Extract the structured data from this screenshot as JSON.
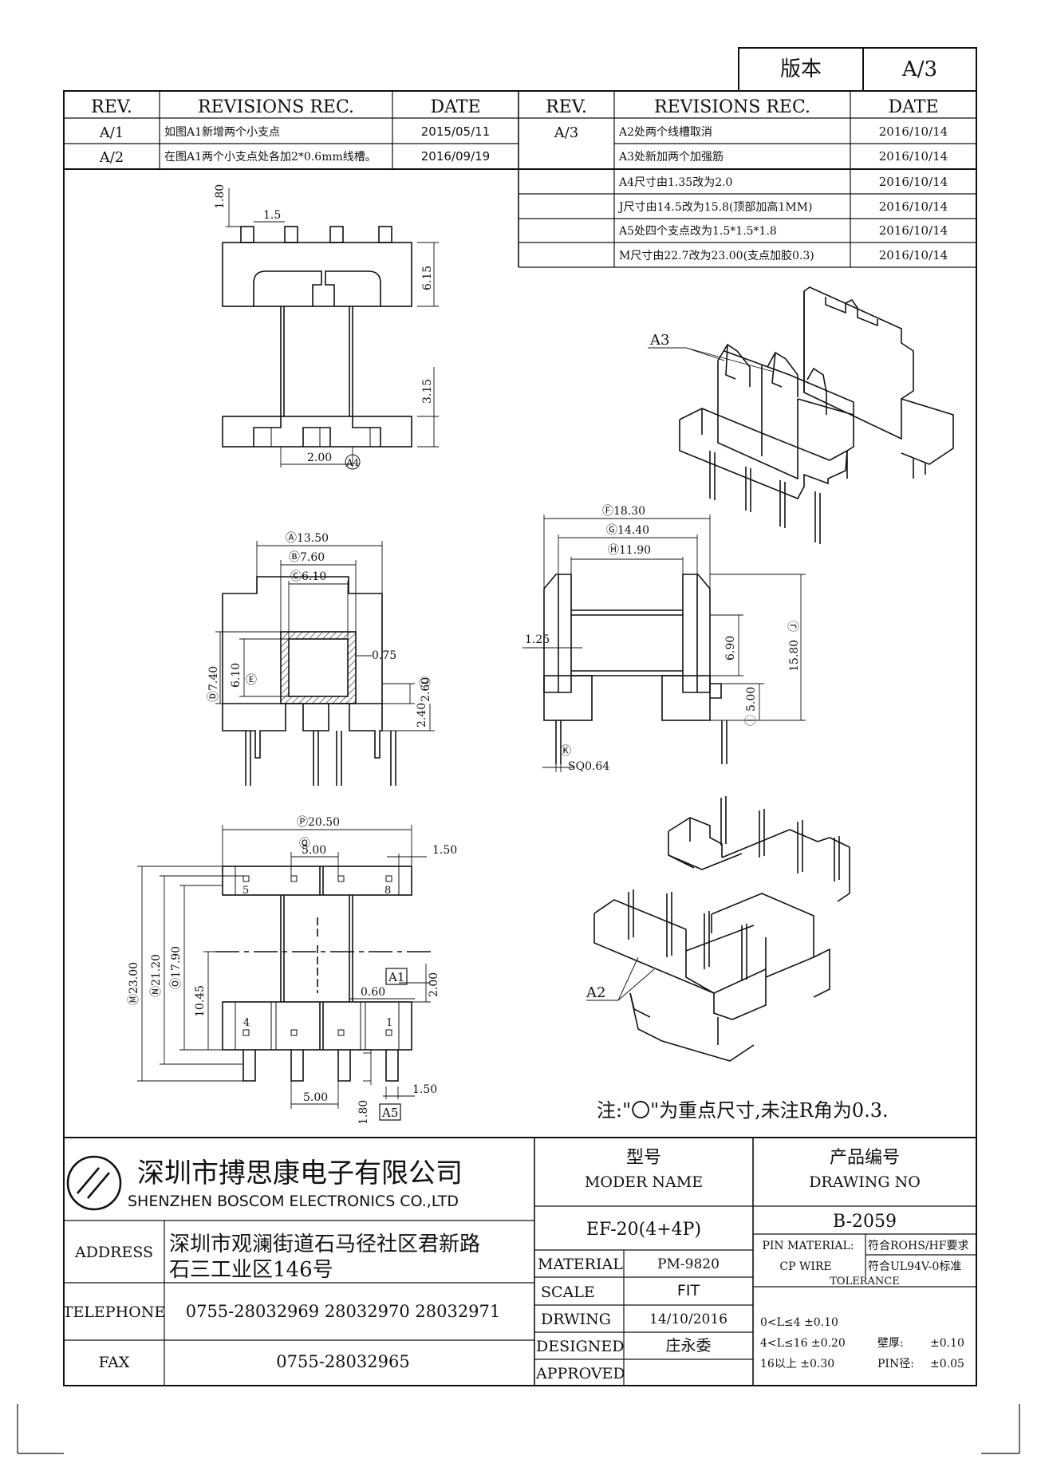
{
  "version": {
    "label": "版本",
    "value": "A/3"
  },
  "revisions": {
    "headers": {
      "rev": "REV.",
      "rec": "REVISIONS REC.",
      "date": "DATE"
    },
    "left": [
      {
        "rev": "A/1",
        "rec": "如图A1新增两个小支点",
        "date": "2015/05/11"
      },
      {
        "rev": "A/2",
        "rec": "在图A1两个小支点处各加2*0.6mm线槽。",
        "date": "2016/09/19"
      }
    ],
    "right_rev": "A/3",
    "right": [
      {
        "rec": "A2处两个线槽取消",
        "date": "2016/10/14"
      },
      {
        "rec": "A3处新加两个加强筋",
        "date": "2016/10/14"
      },
      {
        "rec": "A4尺寸由1.35改为2.0",
        "date": "2016/10/14"
      },
      {
        "rec": "J尺寸由14.5改为15.8(顶部加高1MM)",
        "date": "2016/10/14"
      },
      {
        "rec": "A5处四个支点改为1.5*1.5*1.8",
        "date": "2016/10/14"
      },
      {
        "rec": "M尺寸由22.7改为23.00(支点加胶0.3)",
        "date": "2016/10/14"
      }
    ]
  },
  "dims": {
    "top": {
      "d180": "1.80",
      "d15": "1.5",
      "d615": "6.15",
      "d315": "3.15",
      "d200": "2.00",
      "a4": "A4"
    },
    "front": {
      "A": "Ⓐ13.50",
      "B": "Ⓑ7.60",
      "C": "Ⓒ6.10",
      "D": "Ⓓ7.40",
      "E": "Ⓔ",
      "d610": "6.10",
      "d075": "0.75",
      "d260": "2.60",
      "L": "Ⓛ",
      "d240": "2.40"
    },
    "side": {
      "F": "Ⓕ18.30",
      "G": "Ⓖ14.40",
      "H": "Ⓗ11.90",
      "d125": "1.25",
      "d690": "6.90",
      "d500": "5.00",
      "I": "Ⓘ",
      "J": "Ⓙ",
      "d1580": "15.80",
      "K": "Ⓚ",
      "sq": "SQ0.64"
    },
    "bottom": {
      "P": "Ⓟ20.50",
      "Q": "Ⓠ",
      "d500": "5.00",
      "d150": "1.50",
      "M": "Ⓜ23.00",
      "N": "Ⓝ21.20",
      "O": "Ⓞ17.90",
      "d1045": "10.45",
      "a1": "A1",
      "d200": "2.00",
      "d060": "0.60",
      "d500b": "5.00",
      "d180": "1.80",
      "d150b": "1.50",
      "a5": "A5",
      "p5": "5",
      "p8": "8",
      "p4": "4",
      "p1": "1"
    },
    "iso": {
      "a3": "A3",
      "a2": "A2"
    }
  },
  "note": "注:\"〇\"为重点尺寸,未注R角为0.3.",
  "title_block": {
    "company_cn": "深圳市搏思康电子有限公司",
    "company_en": "SHENZHEN BOSCOM ELECTRONICS CO.,LTD",
    "model_label_cn": "型号",
    "model_label_en": "MODER NAME",
    "drawing_label_cn": "产品编号",
    "drawing_label_en": "DRAWING NO",
    "model": "EF-20(4+4P)",
    "drawing_no": "B-2059",
    "address_label": "ADDRESS",
    "address_line1": "深圳市观澜街道石马径社区君新路",
    "address_line2": "石三工业区146号",
    "telephone_label": "TELEPHONE",
    "telephone": "0755-28032969 28032970 28032971",
    "fax_label": "FAX",
    "fax": "0755-28032965",
    "material_label": "MATERIAL",
    "material": "PM-9820",
    "scale_label": "SCALE",
    "scale": "FIT",
    "drawing_label": "DRWING",
    "drawing_date": "14/10/2016",
    "designed_label": "DESIGNED",
    "designed": "庄永委",
    "approved_label": "APPROVED",
    "pin_material_label": "PIN MATERIAL:",
    "pin_material_value": "符合ROHS/HF要求",
    "cp_wire_label": "CP WIRE",
    "cp_wire_value": "符合UL94V-0标准",
    "tolerance_label": "TOLERANCE",
    "tol1": "0<L≤4  ±0.10",
    "tol2": "4<L≤16  ±0.20",
    "tol3": "16以上    ±0.30",
    "wall_label": "壁厚:",
    "wall_value": "±0.10",
    "pin_label": "PIN径:",
    "pin_value": "±0.05"
  }
}
